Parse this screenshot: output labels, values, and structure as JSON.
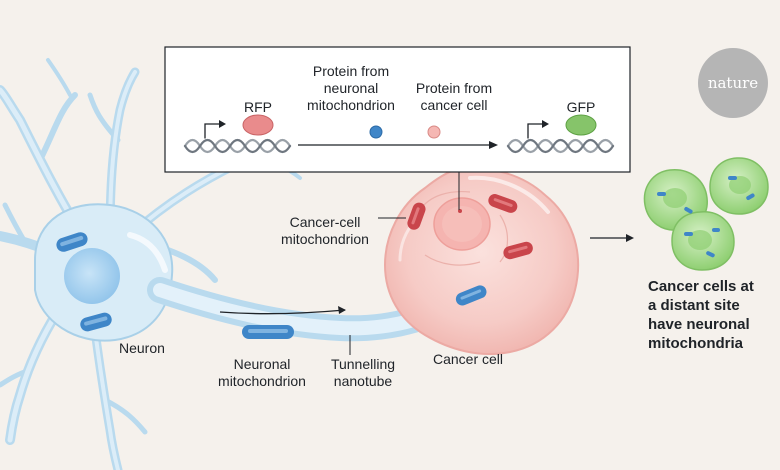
{
  "legend_box": {
    "rfp": "RFP",
    "gfp": "GFP",
    "protein_neuronal_line1": "Protein from",
    "protein_neuronal_line2": "neuronal",
    "protein_neuronal_line3": "mitochondrion",
    "protein_cancer_line1": "Protein from",
    "protein_cancer_line2": "cancer cell"
  },
  "labels": {
    "cancer_cell_mito_line1": "Cancer-cell",
    "cancer_cell_mito_line2": "mitochondrion",
    "neuron": "Neuron",
    "neuronal_mito_line1": "Neuronal",
    "neuronal_mito_line2": "mitochondrion",
    "tunnelling_line1": "Tunnelling",
    "tunnelling_line2": "nanotube",
    "cancer_cell": "Cancer cell",
    "distant_line1": "Cancer cells at",
    "distant_line2": "a distant site",
    "distant_line3": "have neuronal",
    "distant_line4": "mitochondria"
  },
  "badge": {
    "text": "nature"
  },
  "colors": {
    "background": "#f5f1ec",
    "neuron_fill": "#d9ecf7",
    "neuron_edge": "#9fc6e0",
    "nucleus": "#a8d2f0",
    "neuronal_mito": "#3f86c8",
    "cancer_fill": "#f7d3cf",
    "cancer_mito": "#c9454b",
    "rfp": "#e98b8c",
    "gfp": "#86c46a",
    "green_cell": "#a9db8e"
  }
}
